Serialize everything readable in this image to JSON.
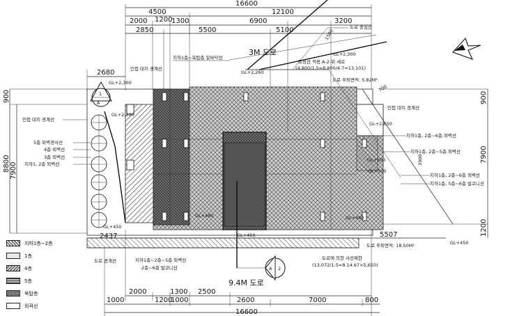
{
  "dimensions": {
    "top": [
      "16600",
      "4500",
      "12100",
      "2000",
      "1200",
      "1300",
      "6900",
      "3200",
      "2850",
      "5500",
      "5100",
      "2680"
    ],
    "bottom": [
      "2000",
      "1300",
      "2500",
      "1000",
      "1200",
      "1000",
      "2600",
      "7000",
      "800",
      "16600"
    ],
    "left": [
      "900",
      "8800",
      "7900"
    ],
    "right": [
      "900",
      "7900",
      "1200",
      "2437",
      "5507"
    ],
    "misc": [
      "2437",
      "5507",
      "1500",
      "700",
      "3900"
    ]
  },
  "roads": {
    "top_road": "3M 도로",
    "bottom_road": "9.4M 도로"
  },
  "section_markers": {
    "top": {
      "letter": "A",
      "num": "1"
    },
    "bottom": {
      "letter": "A",
      "num": "2"
    }
  },
  "labels": {
    "road_centerline": "도로 중심선",
    "adjacent_boundary_top": "인접 대지 경계선",
    "adjacent_boundary_left": "인접 대지 경계선",
    "adjacent_boundary_right": "인접 대지 경계선",
    "b1_floor_top": "지하1층~옥탑층 밑바닥선",
    "calc_note": "조정선 적용 A-2-위 세로",
    "calc_formula": "(4,800/1.5=8.800/4.7=13.101)",
    "road_area_top": "도로 후퇴면적: 5.82M²",
    "left_setback_5f": "5층 외벽경사선",
    "left_setback_4f": "4층 외벽선",
    "left_setback_3f": "3층 외벽선",
    "left_b1": "지하1, 2층 외벽선",
    "right_b1_6": "지하1층, 2층~6층 외벽선",
    "right_b1_5": "지하1층, 2층~5층 외벽선",
    "right_b1_6b": "지하1층, 2층~6층 외벽선",
    "right_b1_5b": "지하1층, 5층~6층 발코니선",
    "road_area_bottom": "도로 후퇴면적: 18.50M²",
    "road_boundary": "도로 경계선",
    "bottom_b1_6": "지하1층~2층~5층 외벽선",
    "bottom_balcony": "2층~6층 발코니선",
    "bottom_calc": "도로에 의한 사선제한",
    "bottom_formula": "(13,072/1.5=8.14.67×5,650)"
  },
  "level_marks": [
    "GL+2,300",
    "GL+2,300",
    "GL+2,260",
    "GL+2,300",
    "GL+2,650",
    "GL+500",
    "GL+500",
    "GL+450",
    "GL+450",
    "GL+450",
    "GL+480",
    "GL+480"
  ],
  "legend": [
    {
      "label": "지하1층~2층",
      "swatch": "diag"
    },
    {
      "label": "1층",
      "swatch": "light"
    },
    {
      "label": "4층",
      "swatch": "cross"
    },
    {
      "label": "5층",
      "swatch": "hstripe"
    },
    {
      "label": "옥탑층",
      "swatch": "vstripe"
    },
    {
      "label": "외곽선",
      "swatch": "blank"
    }
  ]
}
